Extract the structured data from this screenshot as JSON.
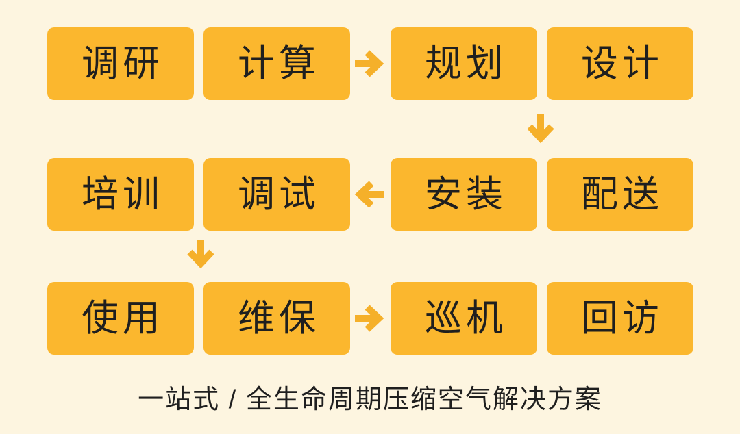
{
  "theme": {
    "bg-color": "#FDF5E0",
    "box-color": "#FBB72E",
    "arrow-color": "#F5B02A",
    "text-color": "#1F1F1F"
  },
  "steps": {
    "row1": [
      "调研",
      "计算",
      "规划",
      "设计"
    ],
    "row2": [
      "培训",
      "调试",
      "安装",
      "配送"
    ],
    "row3": [
      "使用",
      "维保",
      "巡机",
      "回访"
    ]
  },
  "icons": {
    "row1_connector": "arrow-right",
    "row2_connector": "arrow-left",
    "row3_connector": "arrow-right",
    "row1_to_row2": "arrow-down",
    "row2_to_row3": "arrow-down"
  },
  "caption": "一站式 / 全生命周期压缩空气解决方案"
}
